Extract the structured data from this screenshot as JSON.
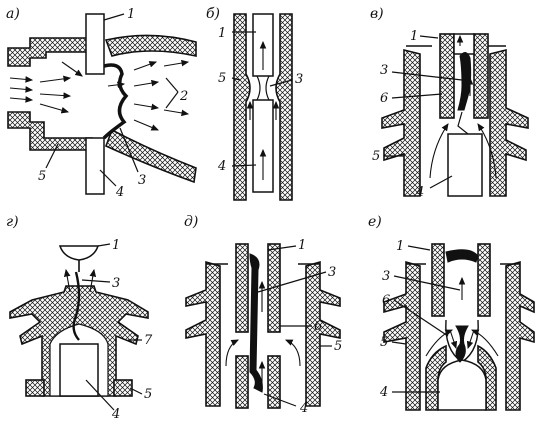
{
  "panels": {
    "a": {
      "letter": "а)",
      "labels": [
        "1",
        "2",
        "3",
        "4",
        "5"
      ]
    },
    "b": {
      "letter": "б)",
      "labels": [
        "1",
        "3",
        "4",
        "5"
      ]
    },
    "v": {
      "letter": "в)",
      "labels": [
        "1",
        "3",
        "4",
        "5",
        "6"
      ]
    },
    "g": {
      "letter": "г)",
      "labels": [
        "1",
        "3",
        "4",
        "5",
        "7"
      ]
    },
    "d": {
      "letter": "д)",
      "labels": [
        "1",
        "3",
        "4",
        "5",
        "6"
      ]
    },
    "e": {
      "letter": "е)",
      "labels": [
        "1",
        "3",
        "4",
        "5",
        "6"
      ]
    }
  }
}
